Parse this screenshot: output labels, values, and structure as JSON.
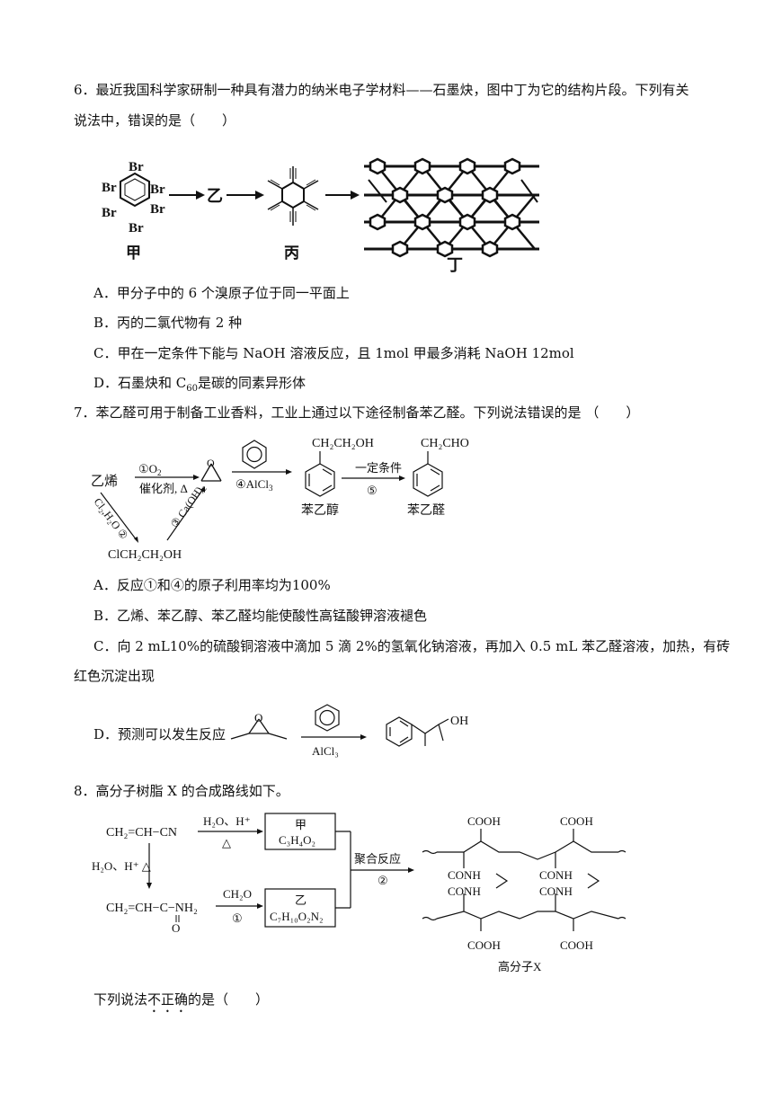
{
  "q6": {
    "stem_line1": "6．最近我国科学家研制一种具有潜力的纳米电子学材料——石墨炔，图中丁为它的结构片段。下列有关",
    "stem_line2": "说法中，错误的是（　　）",
    "labels": {
      "jia": "甲",
      "yi": "乙",
      "bing": "丙",
      "ding": "丁",
      "br": "Br"
    },
    "options": {
      "A": "A．甲分子中的 6 个溴原子位于同一平面上",
      "B": "B．丙的二氯代物有 2 种",
      "C": "C．甲在一定条件下能与 NaOH 溶液反应，且 1mol 甲最多消耗 NaOH 12mol",
      "D_pre": "D．石墨炔和 C",
      "D_sub": "60",
      "D_post": "是碳的同素异形体"
    }
  },
  "q7": {
    "stem": "7．苯乙醛可用于制备工业香料，工业上通过以下途径制备苯乙醛。下列说法错误的是 （　　）",
    "scheme": {
      "ethylene": "乙烯",
      "step1": "①O",
      "step1_sub": "2",
      "catalyst": "催化剂, Δ",
      "step4": "④AlCl",
      "step4_sub": "3",
      "step2_label": "Cl₂,H₂O ②",
      "step3_label": "③ Ca(OH)₂",
      "chlorohydrin": "ClCH₂CH₂OH",
      "phenylethanol_group": "CH₂CH₂OH",
      "condition": "一定条件",
      "step5": "⑤",
      "aldehyde_group": "CH₂CHO",
      "phenylethanol": "苯乙醇",
      "phenylacetaldehyde": "苯乙醛"
    },
    "options": {
      "A": "A．反应①和④的原子利用率均为100%",
      "B": "B．乙烯、苯乙醇、苯乙醛均能使酸性高锰酸钾溶液褪色",
      "C_line1": "C．向 2 mL10%的硫酸铜溶液中滴加 5 滴 2%的氢氧化钠溶液，再加入 0.5 mL 苯乙醛溶液，加热，有砖",
      "C_line2": "红色沉淀出现",
      "D": "D．预测可以发生反应",
      "D_reagent": "AlCl₃",
      "D_oh": "OH"
    }
  },
  "q8": {
    "stem": "8．高分子树脂 X 的合成路线如下。",
    "scheme": {
      "acrylonitrile": "CH₂=CH−CN",
      "hydrolysis": "H₂O、H⁺",
      "delta": "△",
      "box1_name": "甲",
      "box1_formula": "C₃H₄O₂",
      "hydrolysis2": "H₂O、H⁺ △",
      "acrylamide": "CH₂=CH−C−NH₂",
      "carbonyl_o": "O",
      "ch2o": "CH₂O",
      "step1": "①",
      "box2_name": "乙",
      "box2_formula": "C₇H₁₀O₂N₂",
      "polymerization": "聚合反应",
      "step2": "②",
      "cooh": "COOH",
      "conh": "CONH",
      "polymer_name": "高分子X"
    },
    "question_pre": "下列说法",
    "question_emph": "不正确",
    "question_post": "的是（　　）"
  }
}
